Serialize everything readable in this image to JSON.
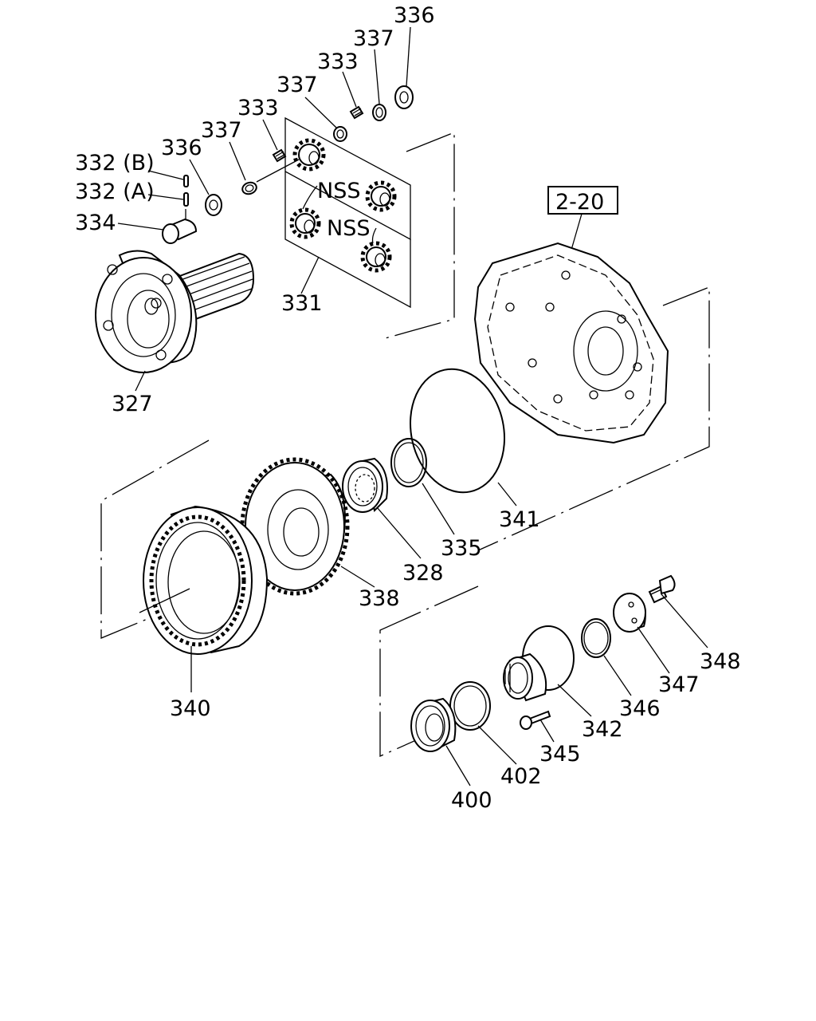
{
  "parts": {
    "p336a": "336",
    "p337a": "337",
    "p333a": "333",
    "p337b": "337",
    "p333b": "333",
    "p337c": "337",
    "p336b": "336",
    "p332b": "332 (B)",
    "p332a": "332 (A)",
    "p334": "334",
    "nss1": "NSS",
    "nss2": "NSS",
    "p331": "331",
    "p327": "327",
    "ref220": "2-20",
    "p341": "341",
    "p335": "335",
    "p328": "328",
    "p338": "338",
    "p340": "340",
    "p348": "348",
    "p347": "347",
    "p346": "346",
    "p342": "342",
    "p345": "345",
    "p402": "402",
    "p400": "400"
  }
}
